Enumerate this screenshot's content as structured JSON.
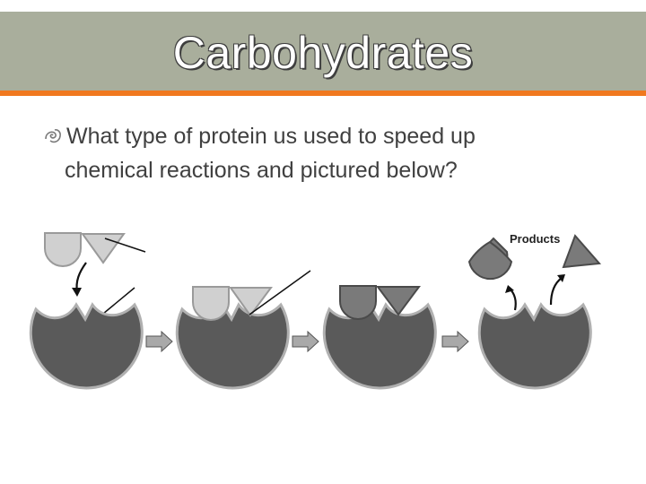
{
  "slide": {
    "title": "Carbohydrates",
    "bullet": {
      "icon": "swirl-bullet-icon",
      "line1": "What type of protein us used to speed up",
      "line2": "chemical reactions and pictured below?"
    }
  },
  "diagram": {
    "products_label": "Products"
  },
  "colors": {
    "title_band": "#a9ae9c",
    "accent_bar": "#f0781f",
    "enzyme": "#5a5a5a",
    "substrate_light": "#d0d0d0",
    "substrate_dark": "#7a7a7a",
    "arrow": "#a9a9a9"
  }
}
